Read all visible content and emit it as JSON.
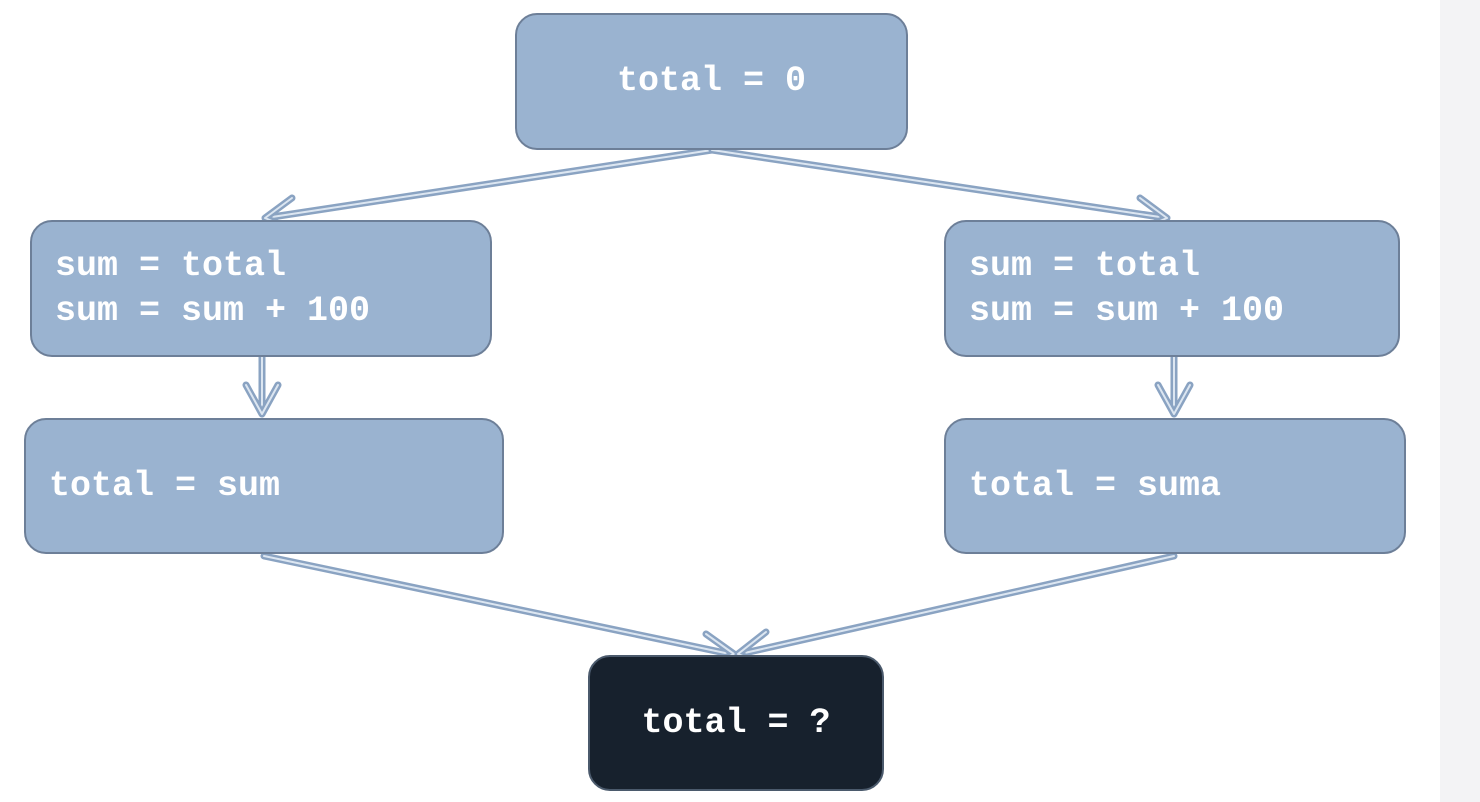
{
  "diagram": {
    "top_box": {
      "text": "total = 0"
    },
    "left_branch": {
      "assign_lines": [
        "sum = total",
        "sum = sum + 100"
      ],
      "total_text": "total = sum"
    },
    "right_branch": {
      "assign_lines": [
        "sum = total",
        "sum = sum + 100"
      ],
      "total_text": "total = suma"
    },
    "result_box": {
      "text": "total = ?"
    }
  },
  "colors": {
    "box_fill": "#9ab3d0",
    "box_border": "#6d7f98",
    "result_fill": "#17212d",
    "arrow": "#9ab3d0",
    "text": "#ffffff"
  },
  "icons": [
    "arrow-icon"
  ]
}
